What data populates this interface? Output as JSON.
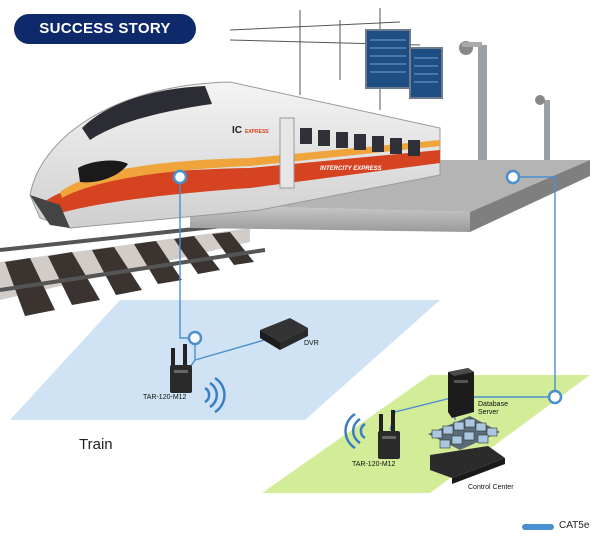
{
  "header": {
    "badge": "SUCCESS STORY"
  },
  "train": {
    "brand": "IC",
    "brand_small": "EXPRESS",
    "side_text": "INTERCITY EXPRESS"
  },
  "devices": {
    "router_train": "TAR-120-M12",
    "router_station": "TAR-120-M12",
    "dvr": "DVR",
    "database_server": "Database Server",
    "control_center": "Control Center"
  },
  "zones": {
    "train": "Train"
  },
  "legend": {
    "cable": "CAT5e"
  },
  "colors": {
    "badge": "#0f2a6b",
    "train_zone": "#cfe3f4",
    "station_zone": "#d3ec98",
    "cable": "#4a8fd0",
    "train_stripe": "#d64321"
  }
}
